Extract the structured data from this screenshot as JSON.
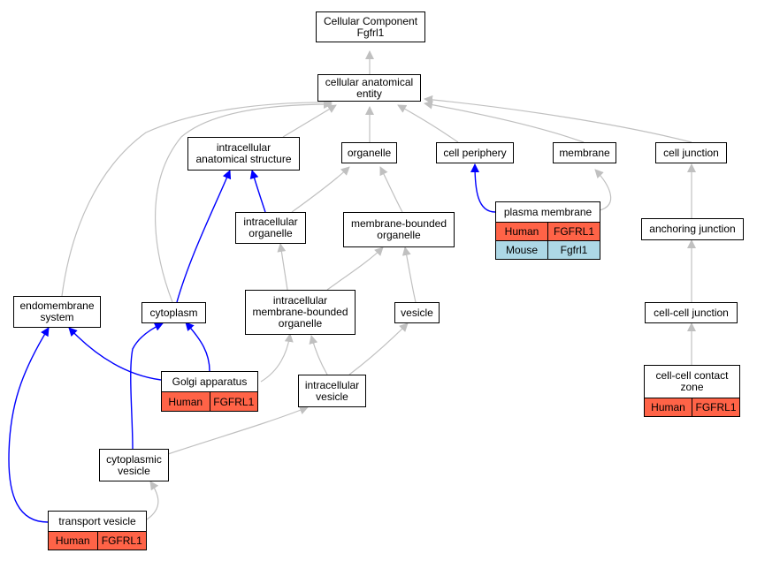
{
  "colors": {
    "is_a_edge": "#c0c0c0",
    "part_of_edge": "#0000ff",
    "human": "#ff6347",
    "mouse": "#add8e6"
  },
  "nodes": {
    "root": {
      "label": "Cellular Component\nFgfrl1"
    },
    "cae": {
      "label": "cellular anatomical\nentity"
    },
    "ias": {
      "label": "intracellular\nanatomical structure"
    },
    "organelle": {
      "label": "organelle"
    },
    "periphery": {
      "label": "cell periphery"
    },
    "membrane": {
      "label": "membrane"
    },
    "junction": {
      "label": "cell junction"
    },
    "io": {
      "label": "intracellular\norganelle"
    },
    "mbo": {
      "label": "membrane-bounded\norganelle"
    },
    "pm": {
      "label": "plasma membrane",
      "rows": [
        [
          "Human",
          "FGFRL1"
        ],
        [
          "Mouse",
          "Fgfrl1"
        ]
      ]
    },
    "anchoring": {
      "label": "anchoring junction"
    },
    "endo": {
      "label": "endomembrane\nsystem"
    },
    "cytoplasm": {
      "label": "cytoplasm"
    },
    "imbo": {
      "label": "intracellular\nmembrane-bounded\norganelle"
    },
    "vesicle": {
      "label": "vesicle"
    },
    "ccj": {
      "label": "cell-cell junction"
    },
    "golgi": {
      "label": "Golgi apparatus",
      "rows": [
        [
          "Human",
          "FGFRL1"
        ]
      ]
    },
    "iv": {
      "label": "intracellular\nvesicle"
    },
    "ccz": {
      "label": "cell-cell contact\nzone",
      "rows": [
        [
          "Human",
          "FGFRL1"
        ]
      ]
    },
    "cv": {
      "label": "cytoplasmic\nvesicle"
    },
    "tv": {
      "label": "transport vesicle",
      "rows": [
        [
          "Human",
          "FGFRL1"
        ]
      ]
    }
  }
}
